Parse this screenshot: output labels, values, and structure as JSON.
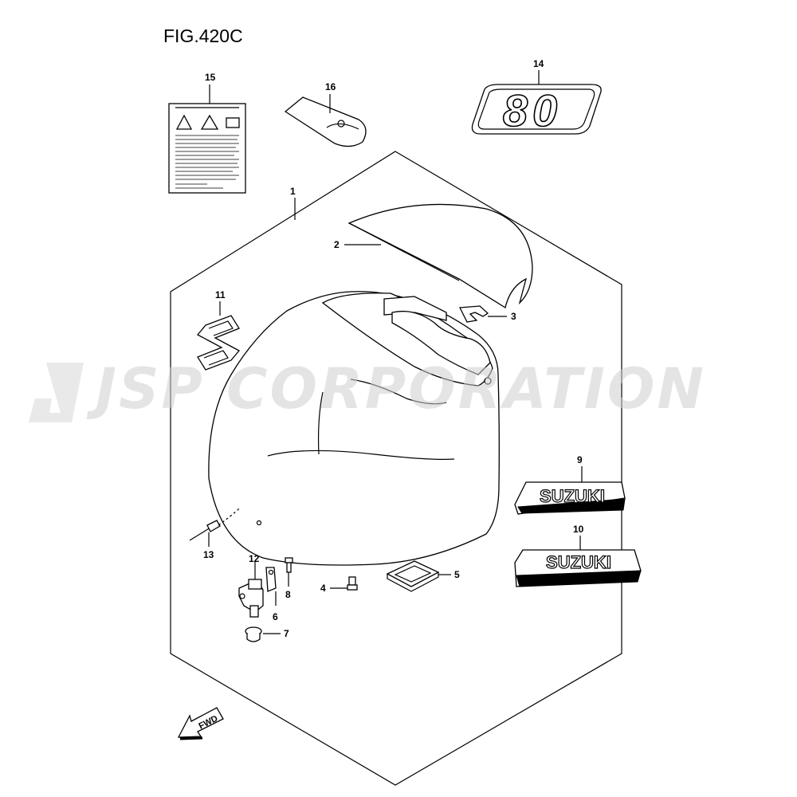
{
  "figure": {
    "title": "FIG.420C"
  },
  "watermark": {
    "text": "JSP CORPORATION"
  },
  "decals": {
    "model_number": "80",
    "brand_upper": "SUZUKI",
    "brand_lower": "SUZUKI"
  },
  "direction": {
    "label": "FWD"
  },
  "callouts": [
    "1",
    "2",
    "3",
    "4",
    "5",
    "6",
    "7",
    "8",
    "9",
    "10",
    "11",
    "12",
    "13",
    "14",
    "15",
    "16"
  ]
}
